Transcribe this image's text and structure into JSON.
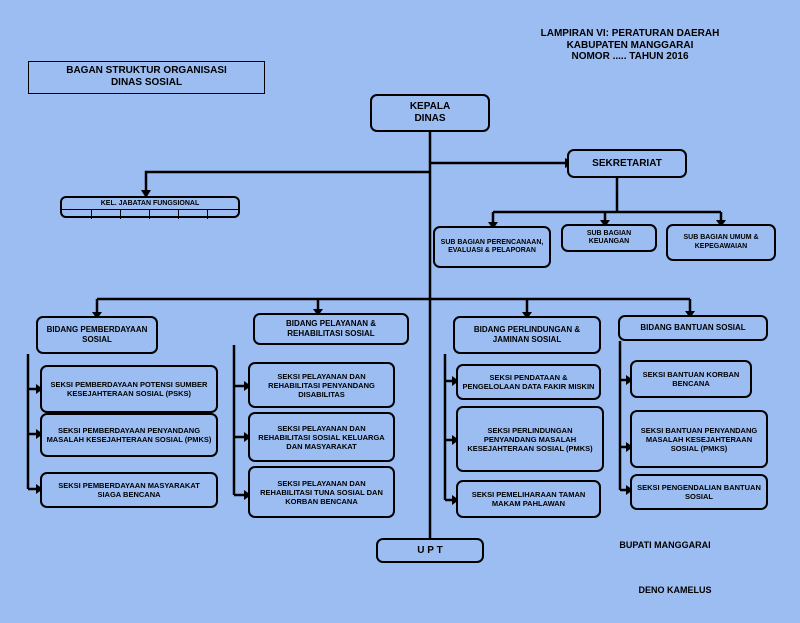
{
  "header": {
    "line1": "LAMPIRAN VI: PERATURAN DAERAH",
    "line2": "KABUPATEN MANGGARAI",
    "line3": "NOMOR ..... TAHUN 2016"
  },
  "title": {
    "line1": "BAGAN STRUKTUR ORGANISASI",
    "line2": "DINAS SOSIAL"
  },
  "kepala": {
    "line1": "KEPALA",
    "line2": "DINAS"
  },
  "sekretariat": "SEKRETARIAT",
  "jabatan": "KEL. JABATAN FUNGSIONAL",
  "subbagian": [
    "SUB BAGIAN PERENCANAAN, EVALUASI & PELAPORAN",
    "SUB BAGIAN KEUANGAN",
    "SUB BAGIAN UMUM & KEPEGAWAIAN"
  ],
  "bidang": [
    {
      "name": "BIDANG PEMBERDAYAAN SOSIAL",
      "seksi": [
        "SEKSI PEMBERDAYAAN POTENSI SUMBER KESEJAHTERAAN SOSIAL (PSKS)",
        "SEKSI PEMBERDAYAAN PENYANDANG MASALAH KESEJAHTERAAN SOSIAL (PMKS)",
        "SEKSI PEMBERDAYAAN MASYARAKAT SIAGA BENCANA"
      ]
    },
    {
      "name": "BIDANG PELAYANAN & REHABILITASI SOSIAL",
      "seksi": [
        "SEKSI PELAYANAN DAN REHABILITASI PENYANDANG DISABILITAS",
        "SEKSI PELAYANAN DAN REHABILITASI SOSIAL KELUARGA DAN MASYARAKAT",
        "SEKSI PELAYANAN DAN REHABILITASI TUNA SOSIAL DAN KORBAN BENCANA"
      ]
    },
    {
      "name": "BIDANG PERLINDUNGAN & JAMINAN SOSIAL",
      "seksi": [
        "SEKSI PENDATAAN & PENGELOLAAN DATA FAKIR MISKIN",
        "SEKSI PERLINDUNGAN PENYANDANG MASALAH KESEJAHTERAAN SOSIAL (PMKS)",
        "SEKSI PEMELIHARAAN TAMAN MAKAM PAHLAWAN"
      ]
    },
    {
      "name": "BIDANG BANTUAN SOSIAL",
      "seksi": [
        "SEKSI BANTUAN KORBAN BENCANA",
        "SEKSI BANTUAN PENYANDANG MASALAH KESEJAHTERAAN SOSIAL (PMKS)",
        "SEKSI PENGENDALIAN BANTUAN SOSIAL"
      ]
    }
  ],
  "upt": "U P T",
  "signature": {
    "title": "BUPATI MANGGARAI",
    "name": "DENO KAMELUS"
  },
  "colors": {
    "background": "#9bbdf2",
    "line": "#000000"
  }
}
